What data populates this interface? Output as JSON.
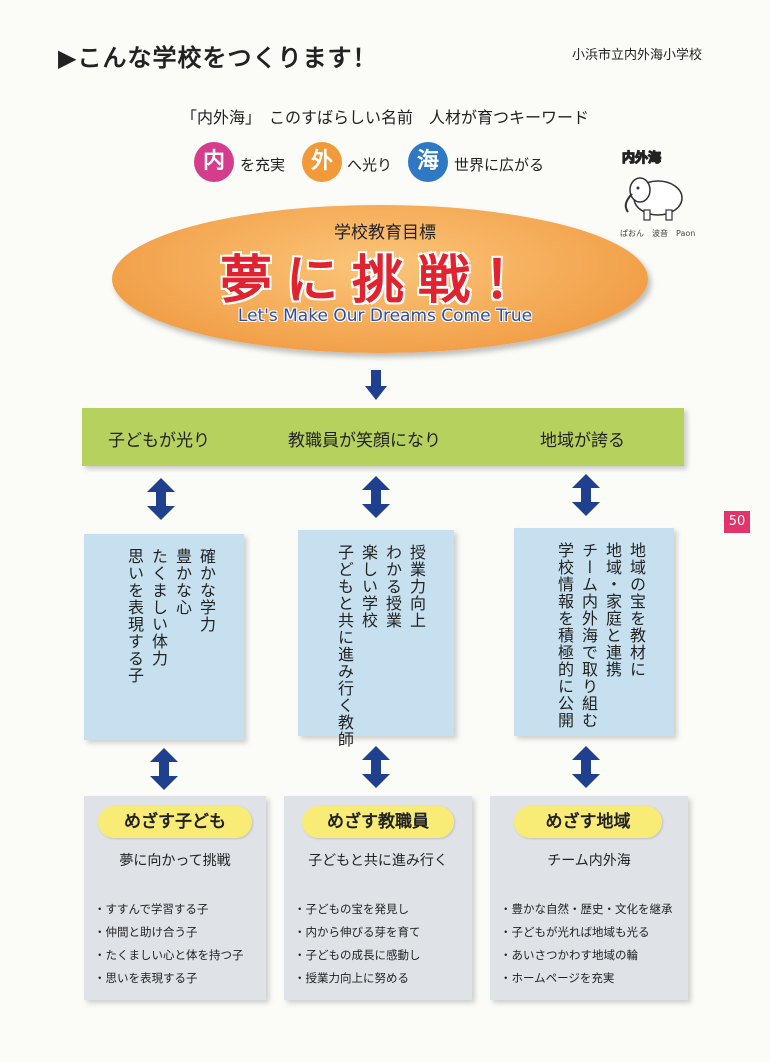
{
  "header": {
    "title": "▶こんな学校をつくります！",
    "school": "小浜市立内外海小学校"
  },
  "keyword_line": "「内外海」　このすばらしい名前　人材が育つキーワード",
  "keywords": [
    {
      "char": "内",
      "text": "を充実",
      "color": "#d63c8c"
    },
    {
      "char": "外",
      "text": "へ光り",
      "color": "#f29a3a"
    },
    {
      "char": "海",
      "text": "世界に広がる",
      "color": "#2f78c4"
    }
  ],
  "mascot": {
    "logo_text": "内外海",
    "caption": "ぱおん　波音　Paon"
  },
  "goal": {
    "label": "学校教育目標",
    "main": "夢に挑戦！",
    "english": "Let's Make Our Dreams Come True"
  },
  "green_bar": [
    "子どもが光り",
    "教職員が笑顔になり",
    "地域が誇る"
  ],
  "blue_boxes": [
    [
      "確かな学力",
      "豊かな心",
      "たくましい体力",
      "思いを表現する子"
    ],
    [
      "授業力向上",
      "わかる授業",
      "楽しい学校",
      "子どもと共に進み行く教師"
    ],
    [
      "地域の宝を教材に",
      "地域・家庭と連携",
      "チーム内外海で取り組む",
      "学校情報を積極的に公開"
    ]
  ],
  "targets": [
    {
      "title": "めざす子ども",
      "subtitle": "夢に向かって挑戦",
      "items": [
        "・すすんで学習する子",
        "・仲間と助け合う子",
        "・たくましい心と体を持つ子",
        "・思いを表現する子"
      ]
    },
    {
      "title": "めざす教職員",
      "subtitle": "子どもと共に進み行く",
      "items": [
        "・子どもの宝を発見し",
        "・内から伸びる芽を育て",
        "・子どもの成長に感動し",
        "・授業力向上に努める"
      ]
    },
    {
      "title": "めざす地域",
      "subtitle": "チーム内外海",
      "items": [
        "・豊かな自然・歴史・文化を継承",
        "・子どもが光れば地域も光る",
        "・あいさつかわす地域の輪",
        "・ホームページを充実"
      ]
    }
  ],
  "page_number": "50",
  "colors": {
    "goal_red": "#e1232f",
    "goal_blue": "#2a4ea6",
    "green_bar": "#b6d15d",
    "blue_box": "#c6e0ef",
    "arrow": "#1f3f8f"
  }
}
